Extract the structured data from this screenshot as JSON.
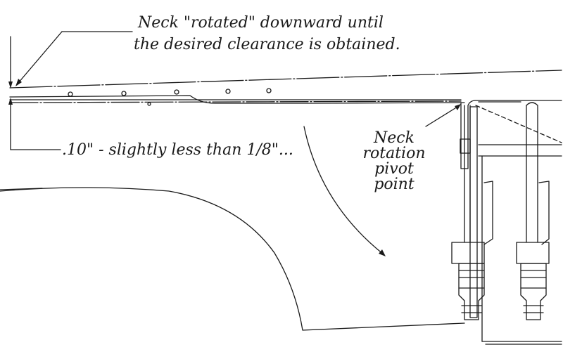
{
  "annotations": {
    "rotated_line1": "Neck \"rotated\" downward until",
    "rotated_line2": "the desired clearance is obtained.",
    "gap": ".10\" - slightly less than 1/8\"...",
    "pivot_line1": "Neck",
    "pivot_line2": "rotation",
    "pivot_line3": "pivot",
    "pivot_line4": "point"
  }
}
